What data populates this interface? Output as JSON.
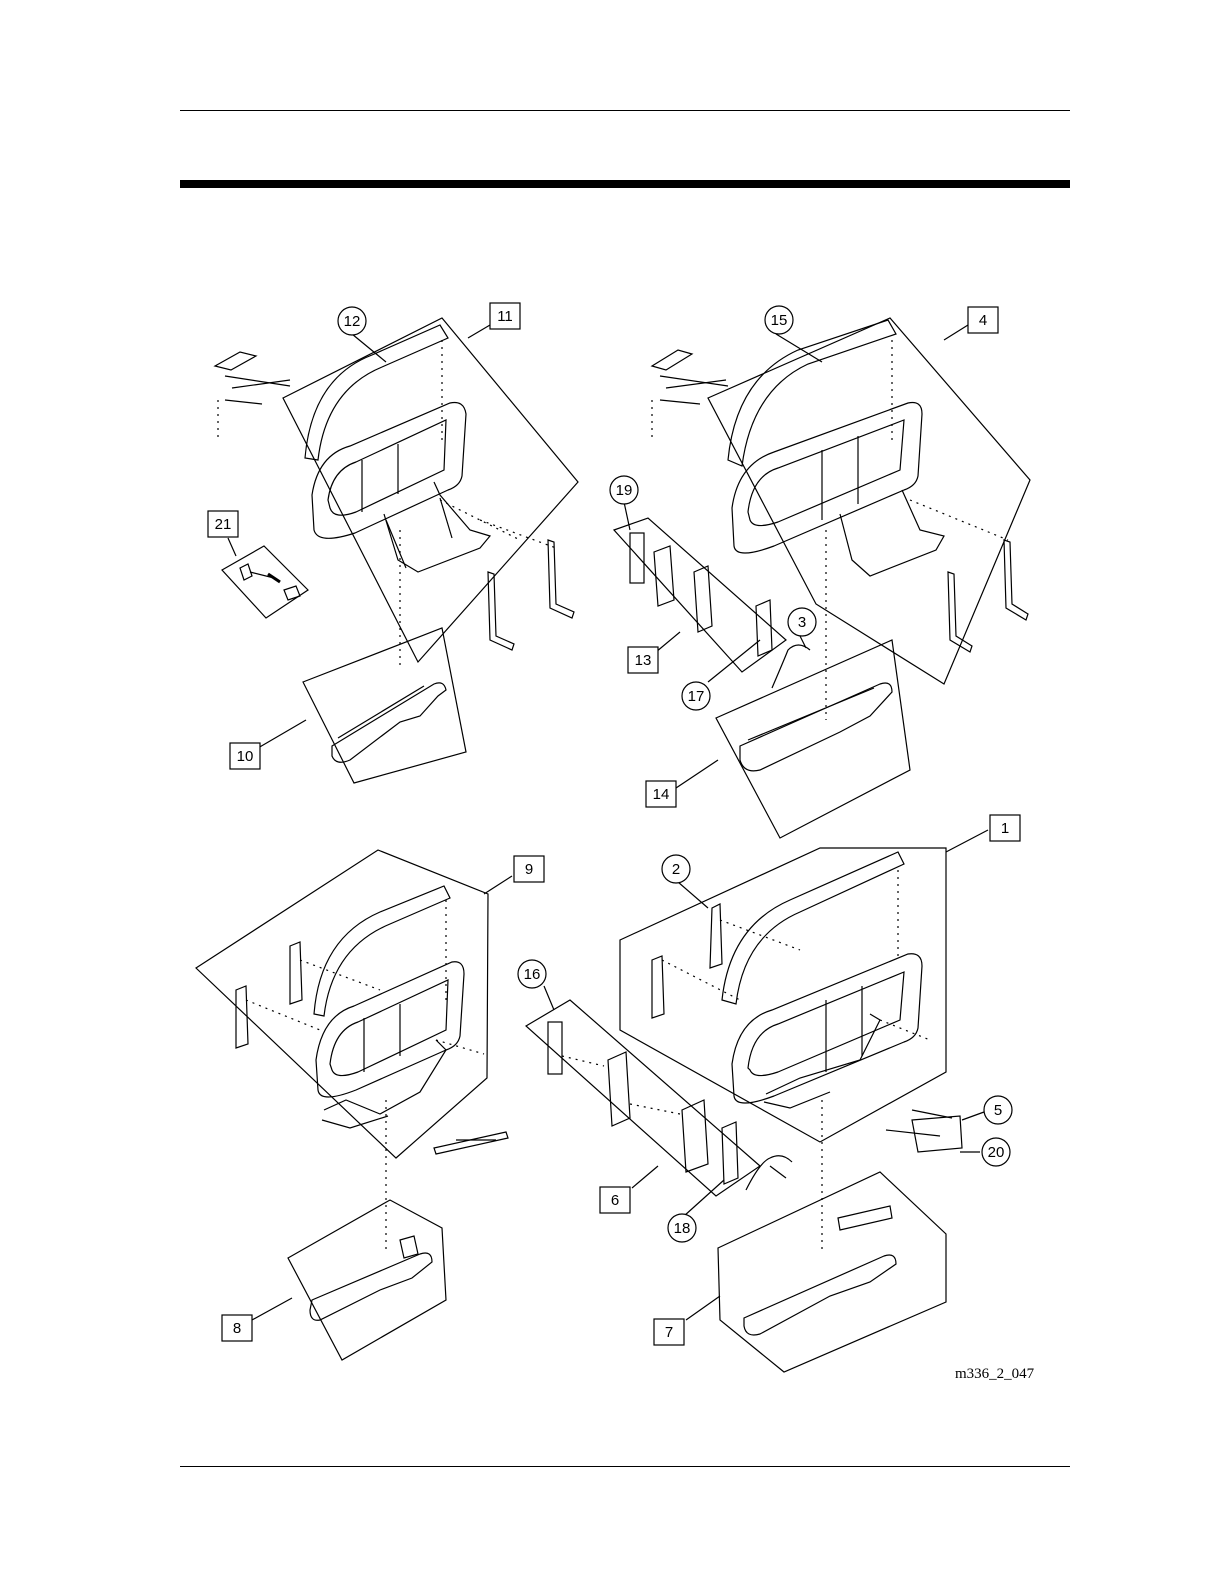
{
  "figure": {
    "drawing_id": "m336_2_047",
    "callouts_boxed": [
      "11",
      "4",
      "21",
      "13",
      "10",
      "14",
      "1",
      "9",
      "6",
      "8",
      "7"
    ],
    "callouts_circled": [
      "12",
      "15",
      "19",
      "3",
      "17",
      "2",
      "16",
      "5",
      "20",
      "18"
    ]
  }
}
